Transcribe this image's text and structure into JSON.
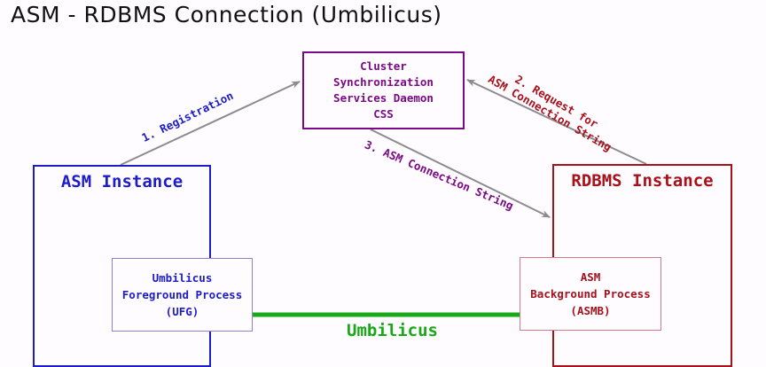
{
  "title": "ASM - RDBMS Connection (Umbilicus)",
  "nodes": {
    "css": {
      "lines": [
        "Cluster",
        "Synchronization",
        "Services Daemon",
        "CSS"
      ]
    },
    "asm_instance": {
      "label": "ASM Instance",
      "process": {
        "lines": [
          "Umbilicus",
          "Foreground Process",
          "(UFG)"
        ]
      }
    },
    "rdbms_instance": {
      "label": "RDBMS Instance",
      "process": {
        "lines": [
          "ASM",
          "Background Process",
          "(ASMB)"
        ]
      }
    }
  },
  "edges": {
    "registration": {
      "label": "1. Registration",
      "from": "ASM Instance",
      "to": "CSS"
    },
    "request": {
      "lines": [
        "2. Request for",
        "ASM Connection String"
      ],
      "from": "RDBMS Instance",
      "to": "CSS"
    },
    "connection_string": {
      "label": "3. ASM Connection String",
      "from": "CSS",
      "to": "RDBMS Instance"
    },
    "umbilicus": {
      "label": "Umbilicus",
      "from": "UFG",
      "to": "ASMB"
    }
  },
  "colors": {
    "asm": "#1d1dc8",
    "rdbms": "#a8101a",
    "css": "#7a0a86",
    "umbilicus": "#18a818",
    "arrow": "#8e8a92"
  }
}
